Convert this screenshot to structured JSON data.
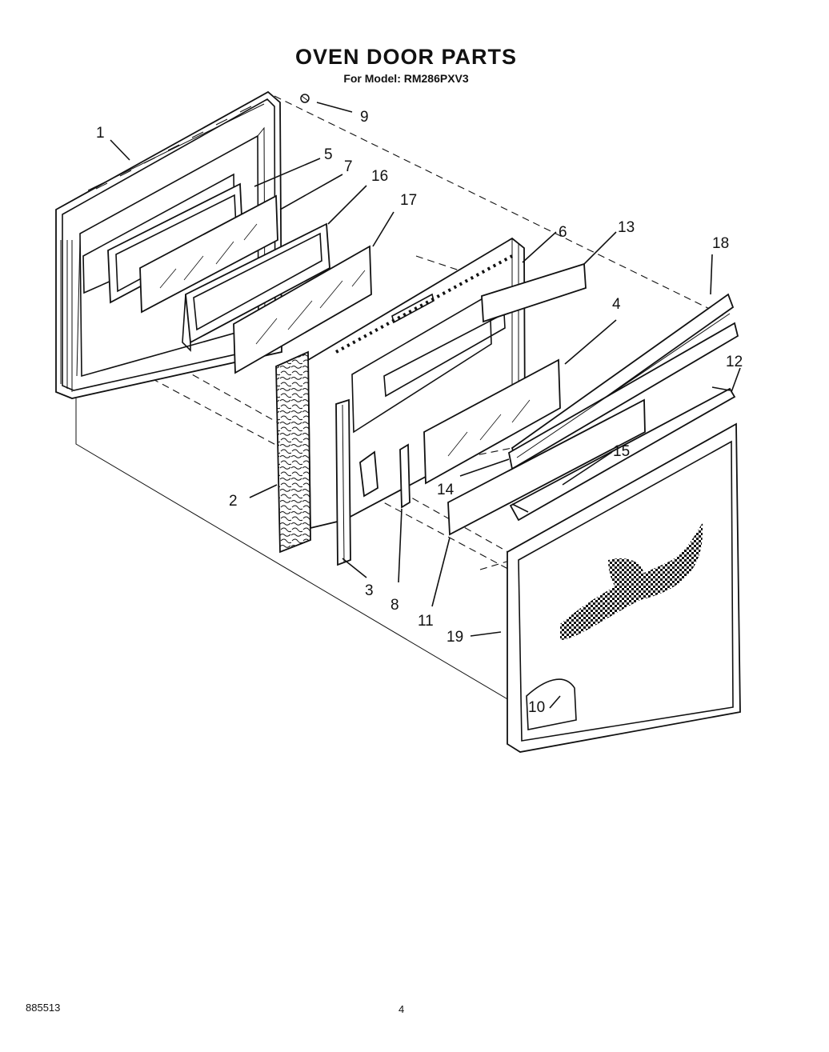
{
  "header": {
    "title": "OVEN DOOR PARTS",
    "subtitle": "For Model: RM286PXV3"
  },
  "footer": {
    "doc_number": "885513",
    "page_number": "4"
  },
  "callouts": {
    "c1": "1",
    "c2": "2",
    "c3": "3",
    "c4": "4",
    "c5": "5",
    "c6": "6",
    "c7": "7",
    "c8": "8",
    "c9": "9",
    "c10": "10",
    "c11": "11",
    "c12": "12",
    "c13": "13",
    "c14": "14",
    "c15": "15",
    "c16": "16",
    "c17": "17",
    "c18": "18",
    "c19": "19"
  }
}
